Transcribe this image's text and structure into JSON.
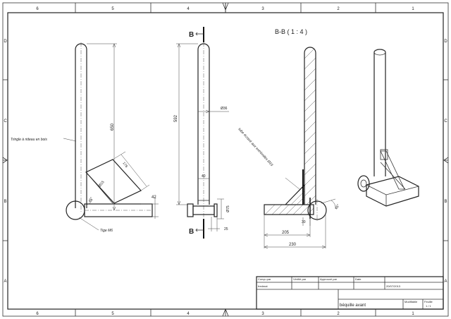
{
  "frame": {
    "columns": [
      "6",
      "5",
      "4",
      "3",
      "2",
      "1"
    ],
    "rows": [
      "D",
      "C",
      "B",
      "A"
    ]
  },
  "section": {
    "title": "B-B ( 1 : 4 )",
    "marker": "B",
    "callout_tube": "tube écrasé aux extrémités Ø15"
  },
  "left_view": {
    "rod_label": "Tringle à rideau en bois",
    "bolt_label": "Tige M6",
    "dim_height": "650",
    "dim_diagonal": "176",
    "dim_diameter": "Ø15",
    "dim_angle": "45°",
    "dim_offset": "42"
  },
  "front_view": {
    "dim_height": "592",
    "dim_rod_dia": "Ø36",
    "dim_gap": "40",
    "dim_wheel_dia": "Ø75",
    "dim_wheel_w": "25"
  },
  "section_view": {
    "dim_30": "30",
    "dim_205": "205",
    "dim_230": "230",
    "dim_angle": "45°"
  },
  "title_block": {
    "drawn_by_label": "Conçu par",
    "drawn_by_value": "fredmat",
    "checked_label": "Vérifié par",
    "approved_label": "Approuvé par",
    "date_label": "Date",
    "date_value": "20/07/2013",
    "modified_label": "Modifiable",
    "sheet_label": "Feuille",
    "sheet_value": "1 / 1",
    "part_name": "béquille avant"
  }
}
